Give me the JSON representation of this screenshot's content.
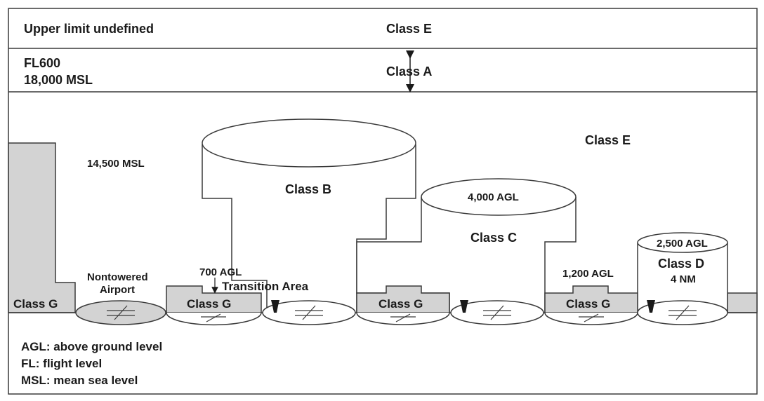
{
  "colors": {
    "frame": "#3a3a3a",
    "shade": "#d3d3d3",
    "ink": "#1a1a1a",
    "paper": "#ffffff"
  },
  "bands": {
    "top_left": "Upper limit undefined",
    "top_center": "Class E",
    "mid_left_1": "FL600",
    "mid_left_2": "18,000 MSL",
    "mid_center": "Class A"
  },
  "labels": {
    "class_e_main": "Class E",
    "msl_14500": "14,500 MSL",
    "class_b": "Class B",
    "agl_4000": "4,000 AGL",
    "class_c": "Class C",
    "agl_2500": "2,500 AGL",
    "class_d": "Class D",
    "class_d_nm": "4 NM",
    "nontowered_1": "Nontowered",
    "nontowered_2": "Airport",
    "agl_700": "700 AGL",
    "transition_area": "Transition Area",
    "agl_1200": "1,200 AGL",
    "class_g_left": "Class G",
    "class_g_1": "Class G",
    "class_g_2": "Class G",
    "class_g_3": "Class G"
  },
  "legend": [
    "AGL: above ground level",
    "FL: flight level",
    "MSL: mean sea level"
  ],
  "icons": [
    "runway-symbol-icon",
    "control-tower-icon",
    "double-arrow-icon"
  ]
}
